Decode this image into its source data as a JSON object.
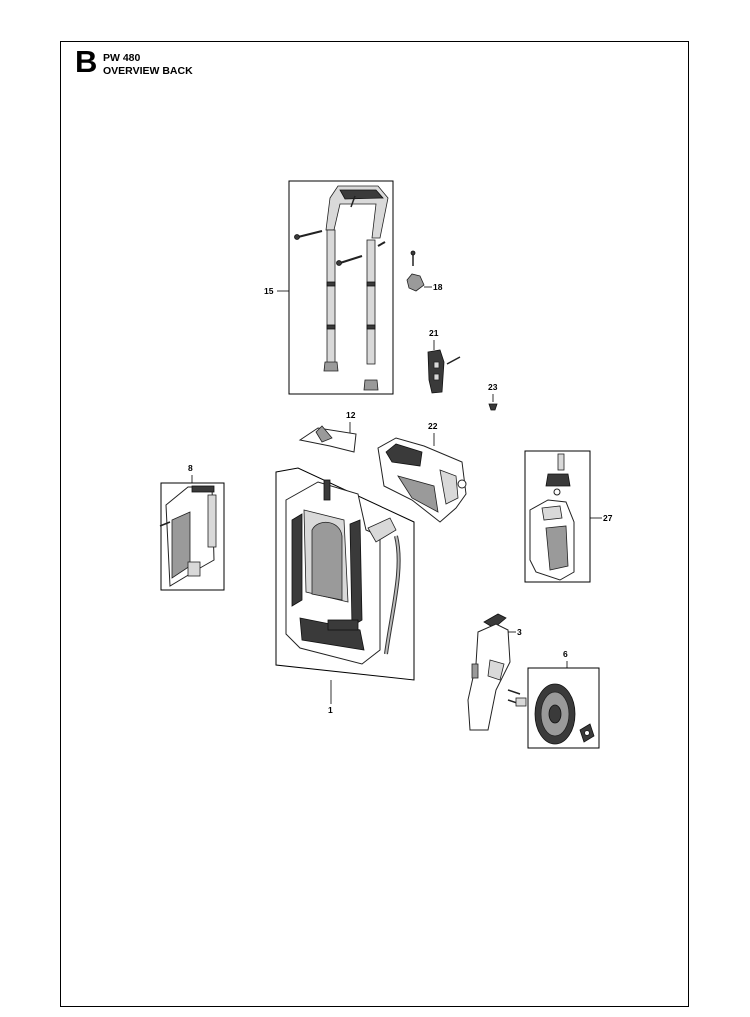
{
  "header": {
    "section_letter": "B",
    "model": "PW 480",
    "title": "OVERVIEW BACK"
  },
  "callouts": [
    {
      "id": "15",
      "label": "15"
    },
    {
      "id": "18",
      "label": "18"
    },
    {
      "id": "21",
      "label": "21"
    },
    {
      "id": "23",
      "label": "23"
    },
    {
      "id": "12",
      "label": "12"
    },
    {
      "id": "22",
      "label": "22"
    },
    {
      "id": "8",
      "label": "8"
    },
    {
      "id": "27",
      "label": "27"
    },
    {
      "id": "3",
      "label": "3"
    },
    {
      "id": "6",
      "label": "6"
    },
    {
      "id": "1",
      "label": "1"
    }
  ]
}
